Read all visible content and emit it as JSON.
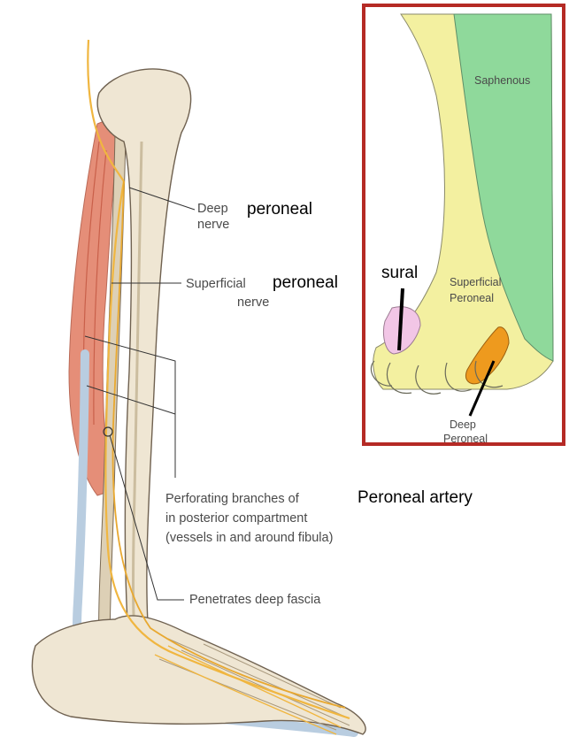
{
  "labels": {
    "deep_1": "Deep",
    "deep_2": "nerve",
    "deep_big": "peroneal",
    "superficial_1": "Superficial",
    "superficial_2": "nerve",
    "superficial_big": "peroneal",
    "perforating_1": "Perforating branches of",
    "perforating_2": "in posterior compartment",
    "perforating_3": "(vessels in and around fibula)",
    "artery_big": "Peroneal artery",
    "penetrates": "Penetrates deep fascia"
  },
  "inset": {
    "saphenous": "Saphenous",
    "superficial_1": "Superficial",
    "superficial_2": "Peroneal",
    "sural": "sural",
    "deep_1": "Deep",
    "deep_2": "Peroneal"
  },
  "colors": {
    "inset_border": "#b52a25",
    "saphenous_region": "#8fd99b",
    "superficial_region": "#f3f0a0",
    "sural_region": "#f2c6e6",
    "deep_region": "#ee9a1e",
    "nerve": "#f0b640",
    "muscle": "#e07a5f",
    "bone": "#ece3cf",
    "vessel": "#b9cde0"
  }
}
